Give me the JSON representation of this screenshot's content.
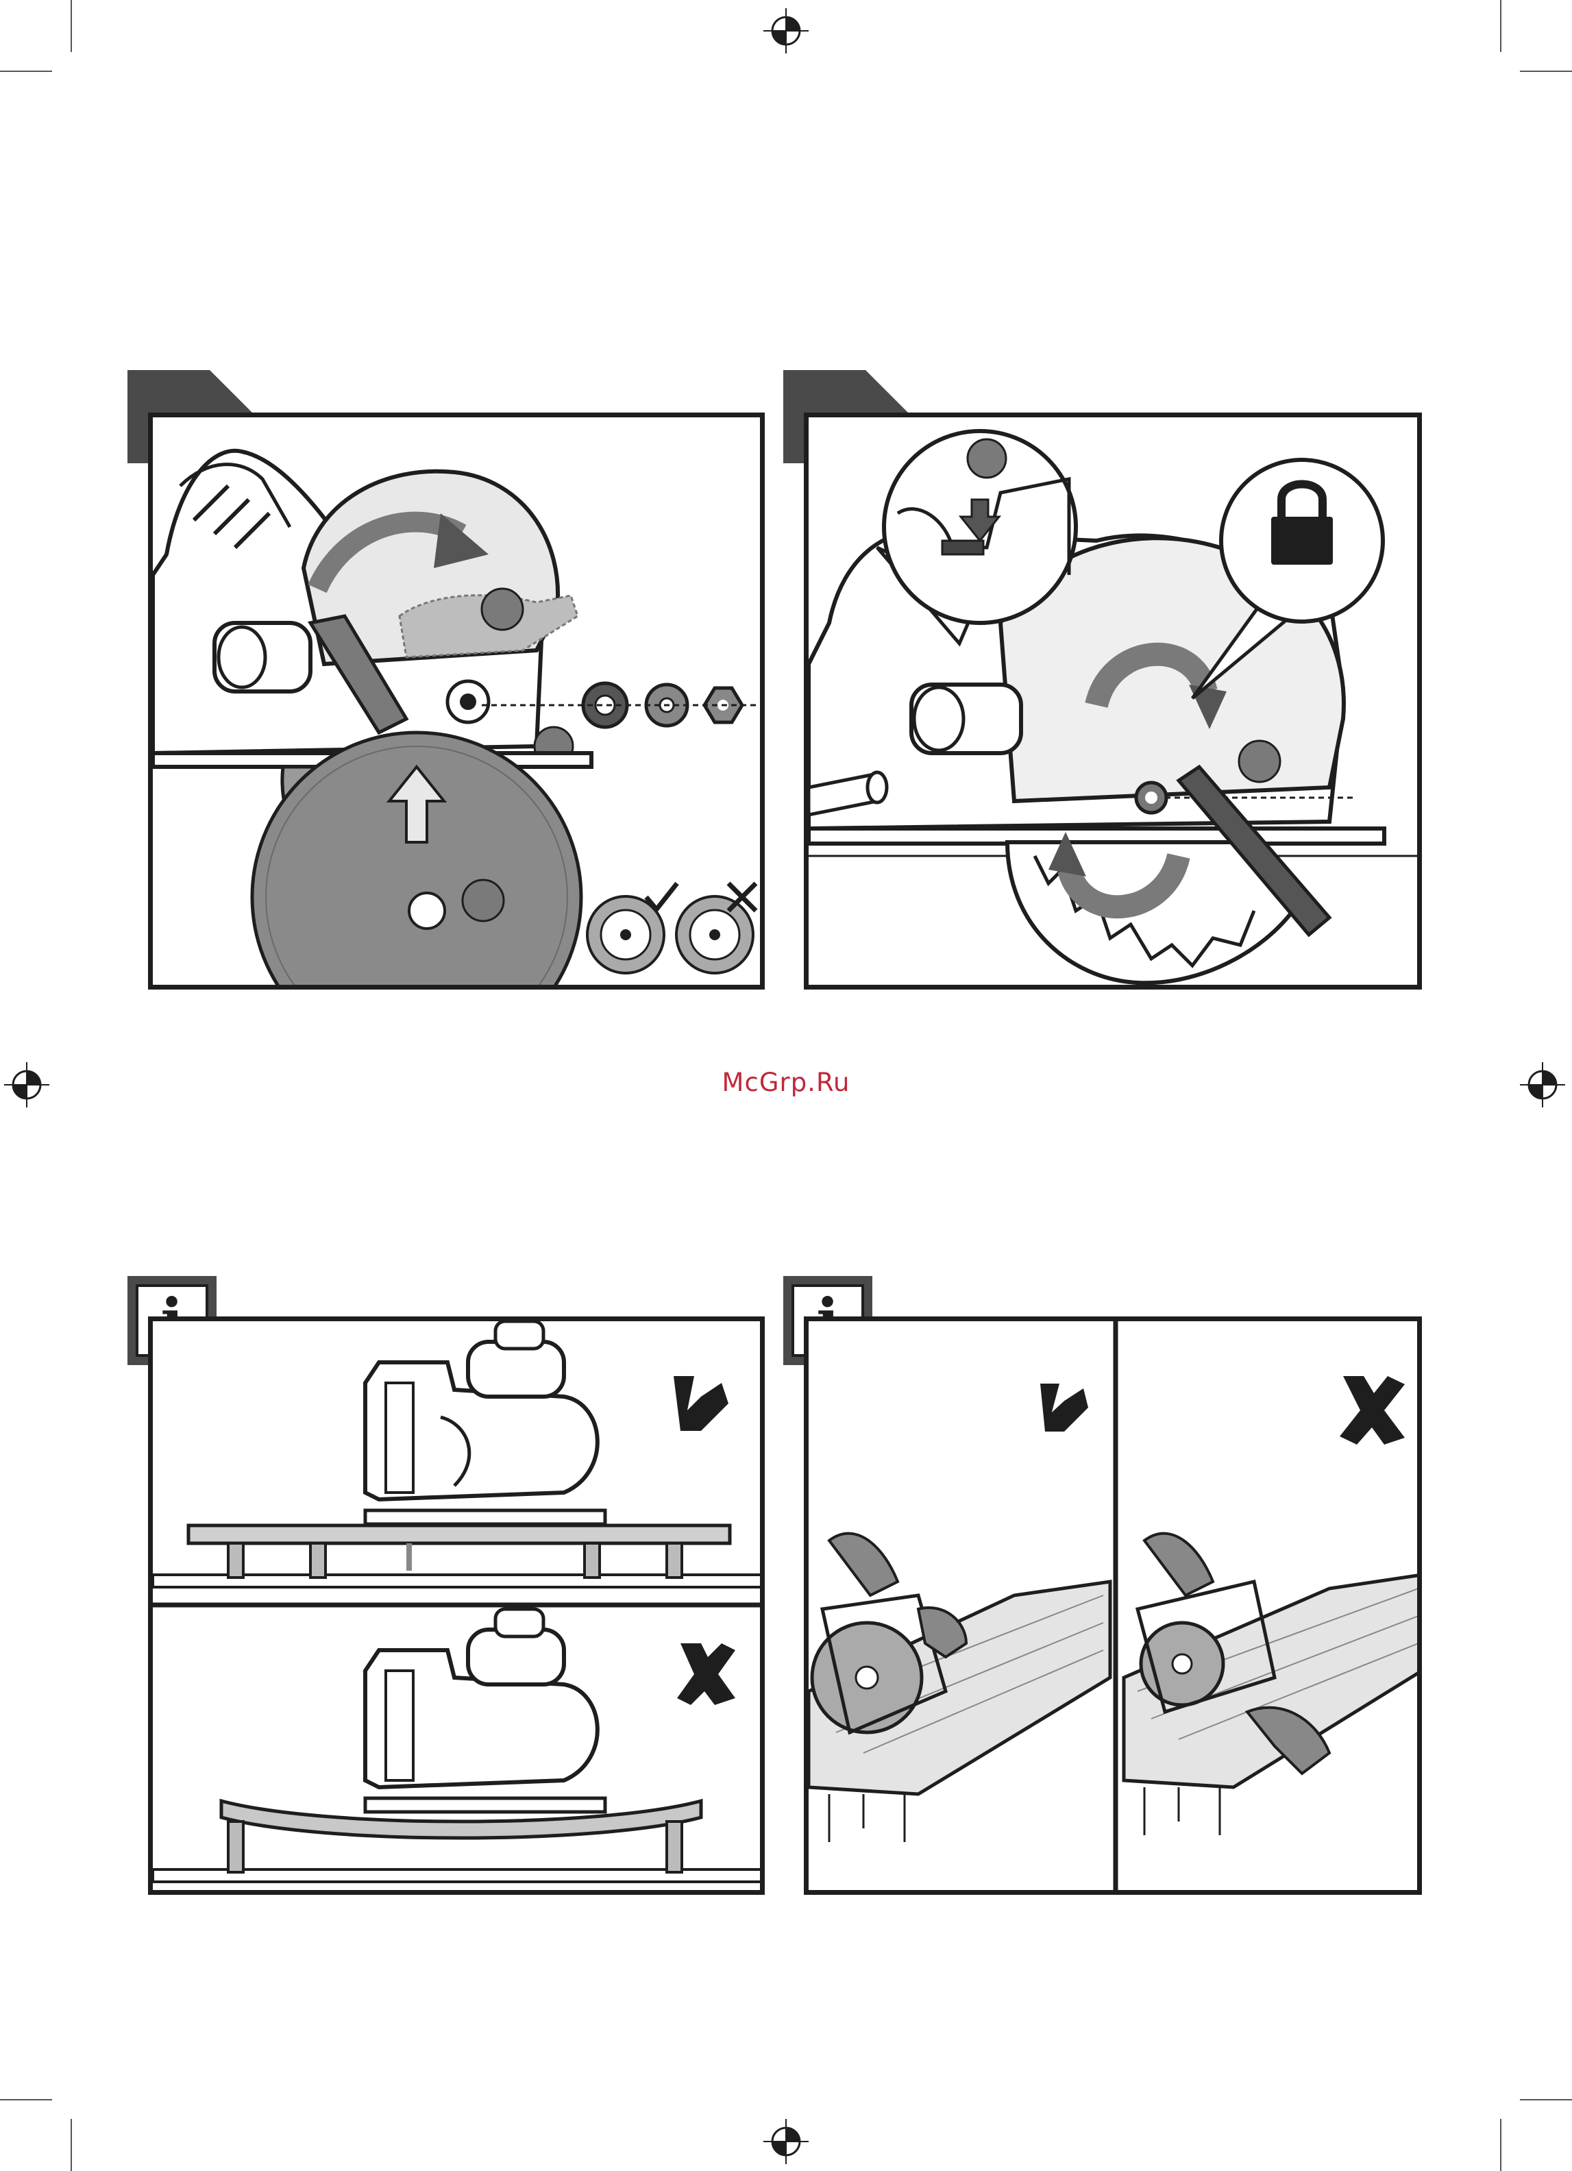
{
  "watermark": {
    "text": "McGrp.Ru"
  },
  "info_panels": [
    {
      "letter": "i"
    },
    {
      "letter": "i"
    }
  ],
  "icons": {
    "ok": "check-mark-icon",
    "bad": "cross-mark-icon",
    "lock": "padlock-icon",
    "registration": "registration-mark-icon"
  },
  "colors": {
    "ink": "#1e1e1e",
    "tab_gray": "#4a4a4a",
    "blade_gray": "#8a8a8a",
    "light_gray": "#bdbdbd",
    "watermark": "#c0283a"
  }
}
